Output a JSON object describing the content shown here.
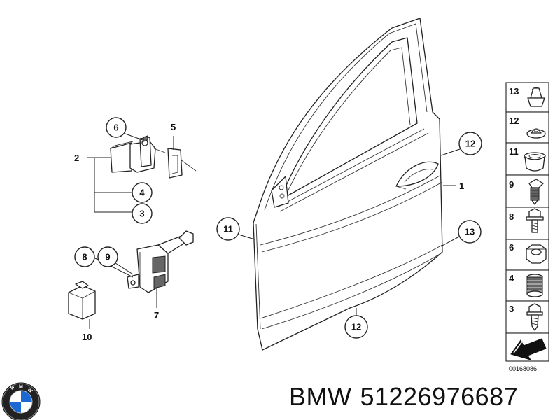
{
  "diagram": {
    "callouts": {
      "c6": "6",
      "c4": "4",
      "c3": "3",
      "c8": "8",
      "c9": "9",
      "c11": "11",
      "c12_top": "12",
      "c13_door": "13",
      "c12_bottom": "12"
    },
    "labels": {
      "l2": "2",
      "l5": "5",
      "l7": "7",
      "l10": "10",
      "l1": "1"
    },
    "legend": [
      "13",
      "12",
      "11",
      "9",
      "8",
      "6",
      "4",
      "3"
    ],
    "diagram_code": "00168086"
  },
  "caption": {
    "brand": "BMW",
    "part_number": "51226976687"
  },
  "logo": {
    "name": "bmw-logo",
    "text": "BMW",
    "colors": {
      "blue": "#1c69d4",
      "white": "#ffffff",
      "ring": "#111111"
    }
  }
}
